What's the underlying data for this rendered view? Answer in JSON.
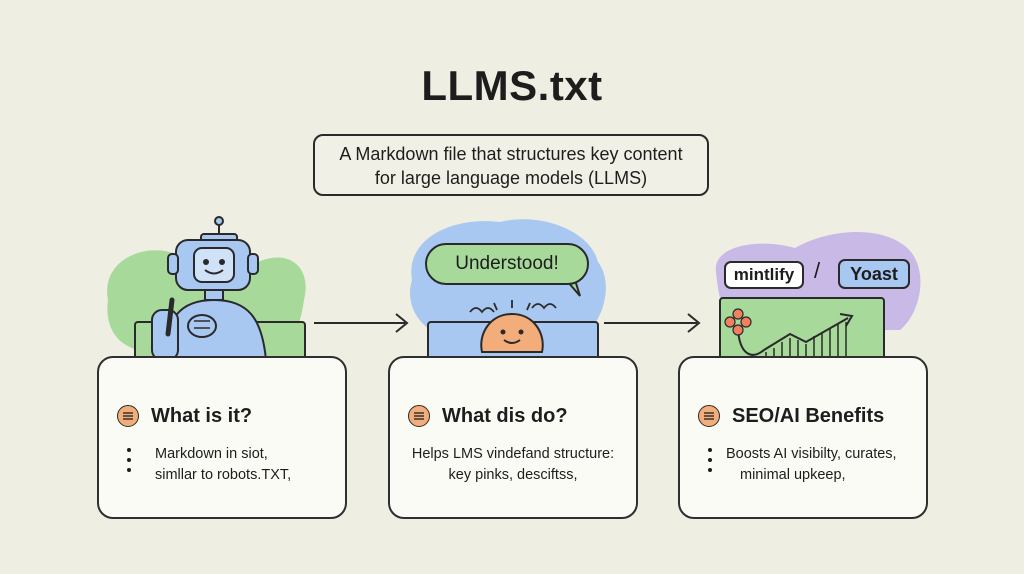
{
  "title": "LLMS.txt",
  "subtitle": {
    "line1": "A Markdown file that structures key content",
    "line2": "for large language models (LLMS)"
  },
  "speech_bubble": "Understood!",
  "logos": {
    "mintlify": "mintlify",
    "separator": "/",
    "yoast": "Yoast"
  },
  "cards": [
    {
      "title": "What is it?",
      "line1": "Markdown in siot,",
      "line2": "simllar to robots.TXT,"
    },
    {
      "title": "What dis do?",
      "line1": "Helps LMS vindefand structure:",
      "line2": "key pinks, desciftss,"
    },
    {
      "title": "SEO/AI Benefits",
      "line1": "Boosts AI visibilty, curates,",
      "line2": "minimal upkeep,"
    }
  ],
  "colors": {
    "background": "#efeee2",
    "green": "#a6d99a",
    "blue": "#a8c8f2",
    "purple": "#c9b9e6",
    "orange": "#f2ad7a"
  }
}
